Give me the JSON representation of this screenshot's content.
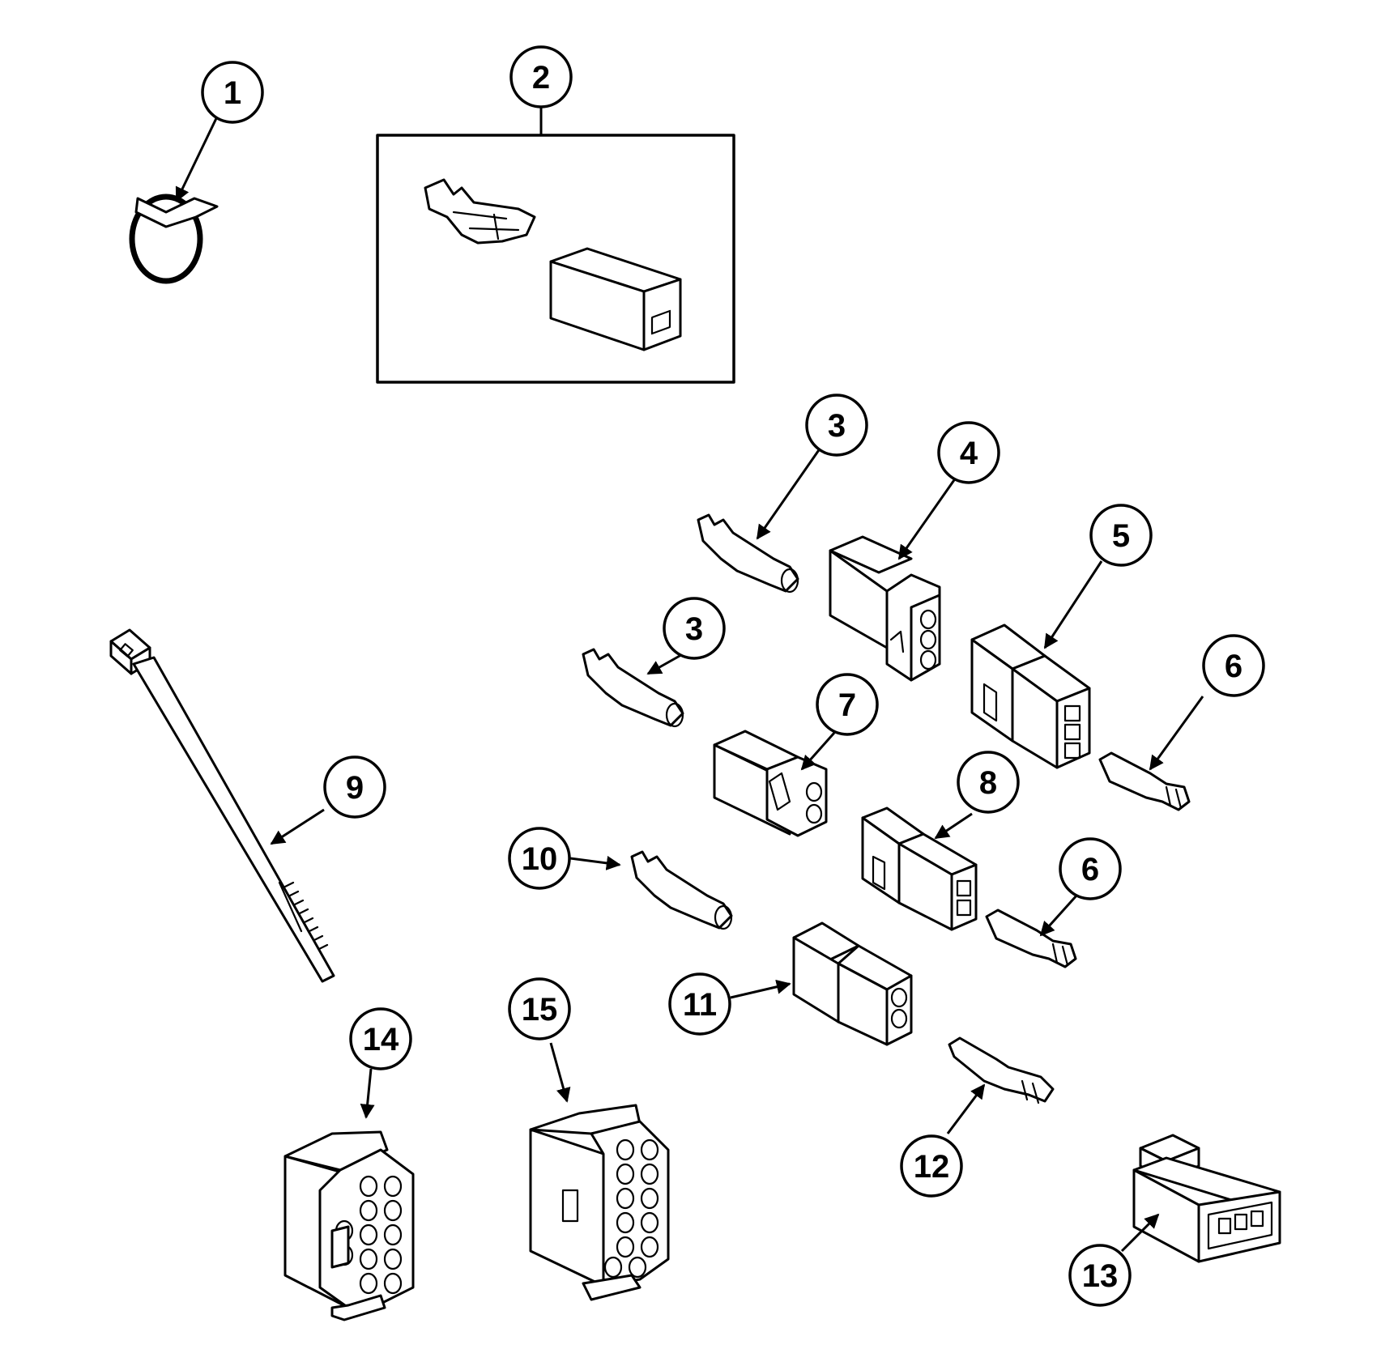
{
  "diagram": {
    "colors": {
      "ink": "#000000",
      "paper": "#ffffff"
    },
    "callouts": [
      {
        "id": "c1",
        "label": "1"
      },
      {
        "id": "c2",
        "label": "2"
      },
      {
        "id": "c3a",
        "label": "3"
      },
      {
        "id": "c3b",
        "label": "3"
      },
      {
        "id": "c4",
        "label": "4"
      },
      {
        "id": "c5",
        "label": "5"
      },
      {
        "id": "c6a",
        "label": "6"
      },
      {
        "id": "c6b",
        "label": "6"
      },
      {
        "id": "c7",
        "label": "7"
      },
      {
        "id": "c8",
        "label": "8"
      },
      {
        "id": "c9",
        "label": "9"
      },
      {
        "id": "c10",
        "label": "10"
      },
      {
        "id": "c11",
        "label": "11"
      },
      {
        "id": "c12",
        "label": "12"
      },
      {
        "id": "c13",
        "label": "13"
      },
      {
        "id": "c14",
        "label": "14"
      },
      {
        "id": "c15",
        "label": "15"
      }
    ]
  }
}
